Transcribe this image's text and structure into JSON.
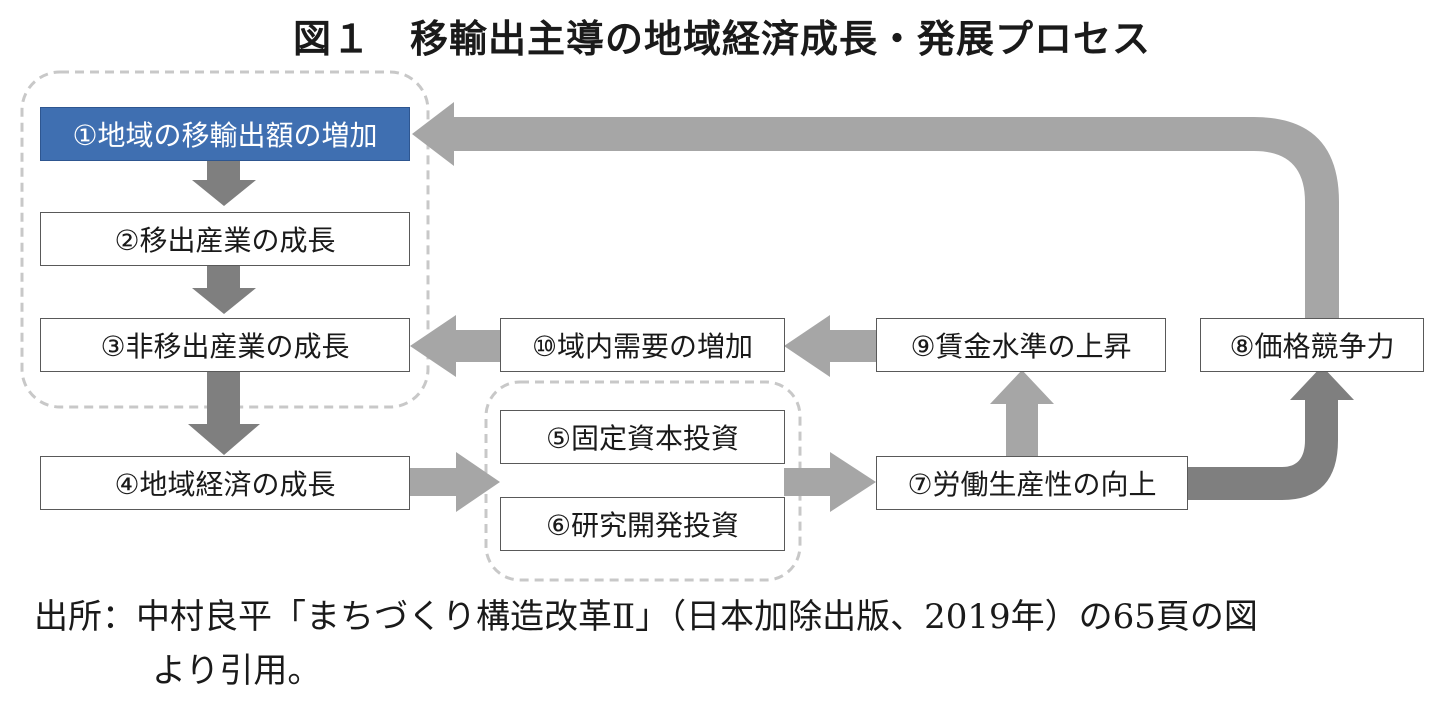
{
  "title": "図１　移輸出主導の地域経済成長・発展プロセス",
  "nodes": {
    "n1": "①地域の移輸出額の増加",
    "n2": "②移出産業の成長",
    "n3": "③非移出産業の成長",
    "n4": "④地域経済の成長",
    "n5": "⑤固定資本投資",
    "n6": "⑥研究開発投資",
    "n7": "⑦労働生産性の向上",
    "n8": "⑧価格競争力",
    "n9": "⑨賃金水準の上昇",
    "n10": "⑩域内需要の増加"
  },
  "source": {
    "line1": "出所：中村良平「まちづくり構造改革Ⅱ」（日本加除出版、2019年）の65頁の図",
    "line2": "より引用。"
  },
  "colors": {
    "primary_box": "#3f6fb1",
    "arrow_light": "#a6a6a6",
    "arrow_dark": "#7f7f7f",
    "group_border": "#c8c8c8"
  }
}
